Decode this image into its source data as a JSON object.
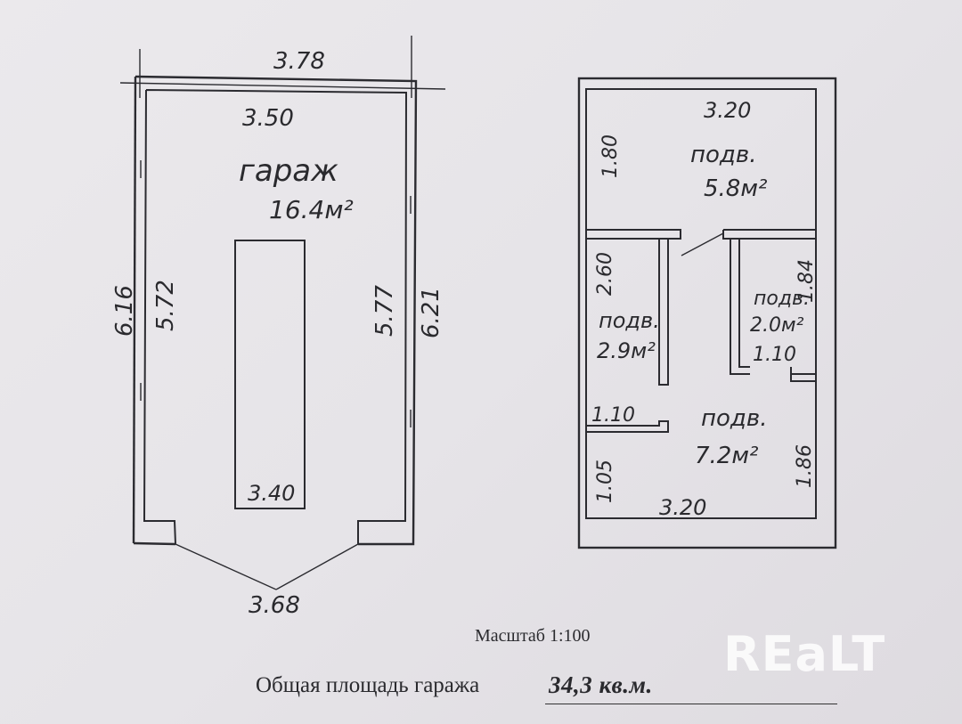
{
  "garage": {
    "label": "гараж",
    "area": "16.4м²",
    "dims": {
      "outer_top": "3.78",
      "inner_top": "3.50",
      "outer_left": "6.16",
      "inner_left": "5.72",
      "inner_right": "5.77",
      "outer_right": "6.21",
      "pit_width": "3.40",
      "bottom": "3.68"
    }
  },
  "basement": {
    "top_width": "3.20",
    "bottom_width": "3.20",
    "rooms": [
      {
        "label": "подв.",
        "area": "5.8м²",
        "dim": "1.80"
      },
      {
        "label": "подв.",
        "area": "2.9м²",
        "dim": "2.60"
      },
      {
        "label": "подв.",
        "area": "2.0м²",
        "dim": "1.84",
        "dim2": "1.10"
      },
      {
        "label": "подв.",
        "area": "7.2м²",
        "dim": "1.86",
        "dim2": "1.10",
        "dim3": "1.05"
      }
    ]
  },
  "scale_label": "Масштаб 1:100",
  "total_label": "Общая площадь гаража",
  "total_value": "34,3 кв.м.",
  "watermark": "REaLT"
}
